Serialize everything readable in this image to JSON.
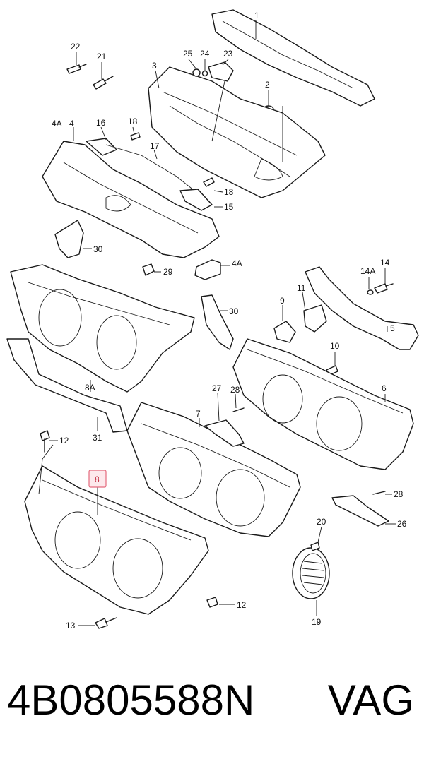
{
  "callouts": {
    "c1": "1",
    "c2": "2",
    "c3": "3",
    "c4": "4",
    "c4a_top": "4A",
    "c4a_mid": "4A",
    "c5": "5",
    "c6": "6",
    "c7": "7",
    "c8": "8",
    "c8a": "8A",
    "c9": "9",
    "c10": "10",
    "c11": "11",
    "c12_top": "12",
    "c12_bottom": "12",
    "c13": "13",
    "c14": "14",
    "c14a": "14A",
    "c15": "15",
    "c16": "16",
    "c17": "17",
    "c18_top": "18",
    "c18_bottom": "18",
    "c19": "19",
    "c20": "20",
    "c21": "21",
    "c22": "22",
    "c23": "23",
    "c24": "24",
    "c25": "25",
    "c26": "26",
    "c27": "27",
    "c28_top": "28",
    "c28_bottom": "28",
    "c29": "29",
    "c30_top": "30",
    "c30_mid": "30",
    "c31": "31"
  },
  "highlight": {
    "label": "8",
    "color": "#e46a7d"
  },
  "footer": {
    "part_number": "4B0805588N",
    "brand": "VAG"
  }
}
